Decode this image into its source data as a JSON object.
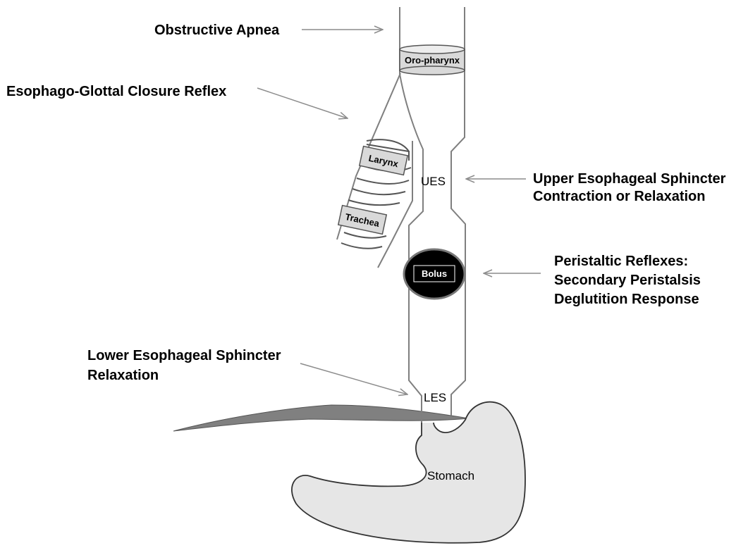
{
  "labels": {
    "obstructive_apnea": "Obstructive Apnea",
    "egcr": "Esophago-Glottal Closure Reflex",
    "ues_line1": "Upper Esophageal Sphincter",
    "ues_line2": "Contraction or Relaxation",
    "peristaltic_line1": "Peristaltic Reflexes:",
    "peristaltic_line2": "Secondary Peristalsis",
    "peristaltic_line3": "Deglutition Response",
    "les_line1": "Lower Esophageal Sphincter",
    "les_line2": "Relaxation"
  },
  "structures": {
    "oropharynx": "Oro-pharynx",
    "larynx": "Larynx",
    "trachea": "Trachea",
    "bolus": "Bolus",
    "ues": "UES",
    "les": "LES",
    "stomach": "Stomach"
  },
  "colors": {
    "outline": "#7f7f7f",
    "arrow": "#8c8c8c",
    "label_box": "#d9d9d9",
    "stomach_fill": "#e6e6e6",
    "bolus_fill": "#000000",
    "diaphragm": "#808080"
  }
}
